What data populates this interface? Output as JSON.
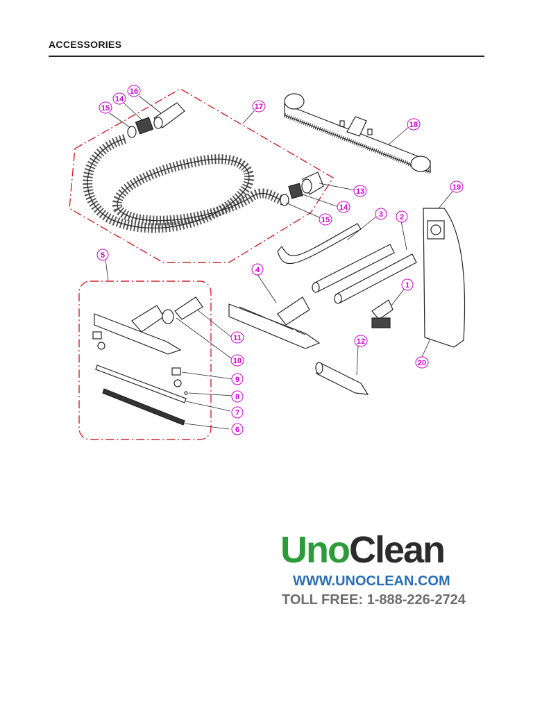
{
  "header": {
    "title": "ACCESSORIES"
  },
  "callouts": [
    "1",
    "2",
    "3",
    "4",
    "5",
    "6",
    "7",
    "8",
    "9",
    "10",
    "11",
    "12",
    "13",
    "14",
    "14",
    "15",
    "15",
    "16",
    "17",
    "18",
    "19",
    "20"
  ],
  "footer": {
    "brand_uno": "Uno",
    "brand_clean": "Clean",
    "website": "WWW.UNOCLEAN.COM",
    "toll_free": "TOLL FREE:  1-888-226-2724"
  },
  "colors": {
    "callout": "#cc00cc",
    "group_outline": "#d4202a",
    "brand_green": "#2e9b3a",
    "link_blue": "#2a6db5"
  }
}
